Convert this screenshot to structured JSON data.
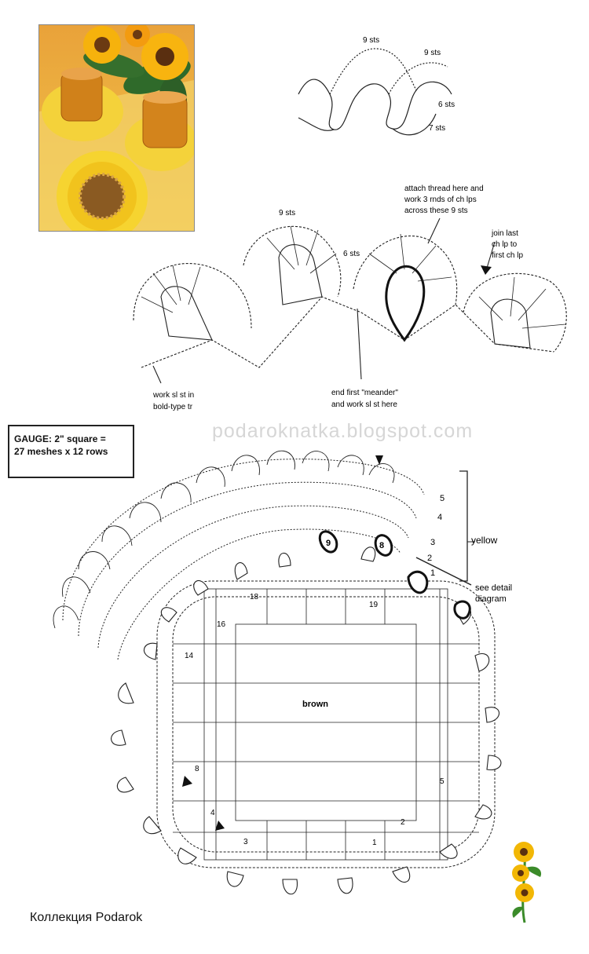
{
  "photo": {
    "description_icon": "sunflower-coasters-photo-icon"
  },
  "top_diagram": {
    "label_a": "9 sts",
    "label_b": "9 sts",
    "label_c": "6 sts",
    "label_d": "7 sts"
  },
  "detail_diagram": {
    "label_9sts": "9 sts",
    "label_6sts": "6 sts",
    "attach_note": [
      "attach thread here and",
      "work 3 rnds of ch lps",
      "across these 9 sts"
    ],
    "join_note": [
      "join last",
      "ch lp to",
      "first ch lp"
    ],
    "slst_note": [
      "work sl st in",
      "bold-type tr"
    ],
    "meander_note": [
      "end first \"meander\"",
      "and work sl st here"
    ]
  },
  "gauge": {
    "line1": "GAUGE: 2\" square =",
    "line2": "27 meshes x 12 rows"
  },
  "watermark": "podaroknatka.blogspot.com",
  "main_diagram": {
    "center_label": "brown",
    "color_label": "yellow",
    "detail_note": [
      "see detail",
      "diagram"
    ],
    "round_numbers": [
      "5",
      "4",
      "3",
      "2",
      "1"
    ],
    "petal_numbers": [
      "9",
      "8"
    ],
    "row_numbers": [
      "18",
      "19",
      "16",
      "14",
      "8",
      "5",
      "4",
      "3",
      "2",
      "1"
    ]
  },
  "caption": "Коллекция Podarok",
  "colors": {
    "ink": "#222222",
    "petal_yellow": "#f2b705",
    "watermark": "#d6d6d6"
  }
}
